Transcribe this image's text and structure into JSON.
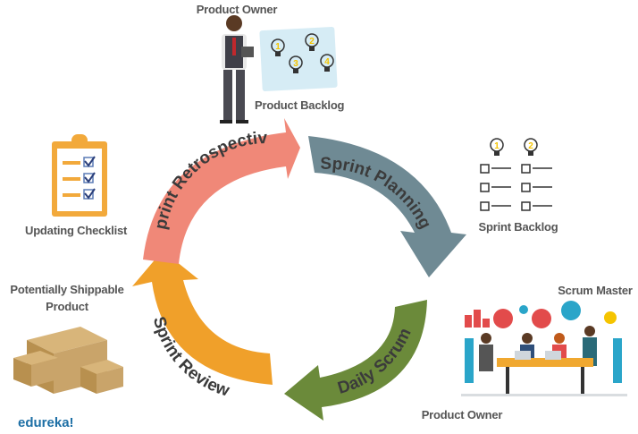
{
  "cycle": [
    {
      "label": "Sprint Planning",
      "color": "#6f8a94"
    },
    {
      "label": "Daily Scrum",
      "color": "#6b8a3a"
    },
    {
      "label": "Sprint Review",
      "color": "#f0a02a"
    },
    {
      "label": "Sprint Retrospective",
      "color": "#f08878"
    }
  ],
  "labels": {
    "product_owner_top": "Product Owner",
    "product_backlog": "Product Backlog",
    "sprint_backlog": "Sprint Backlog",
    "scrum_master": "Scrum Master",
    "product_owner_bottom": "Product Owner",
    "potentially_shippable_line1": "Potentially Shippable",
    "potentially_shippable_line2": "Product",
    "updating_checklist": "Updating Checklist"
  },
  "backlog_bulbs": [
    "1",
    "2",
    "3",
    "4"
  ],
  "sprint_backlog_bulbs": [
    "1",
    "2"
  ],
  "logo": "edureka!",
  "colors": {
    "bulb": "#f5c400",
    "backlog_card": "#d6ecf5",
    "box": "#c9a46a",
    "clipboard": "#f2a93b",
    "check": "#5b7bb5",
    "table": "#f0a830"
  }
}
